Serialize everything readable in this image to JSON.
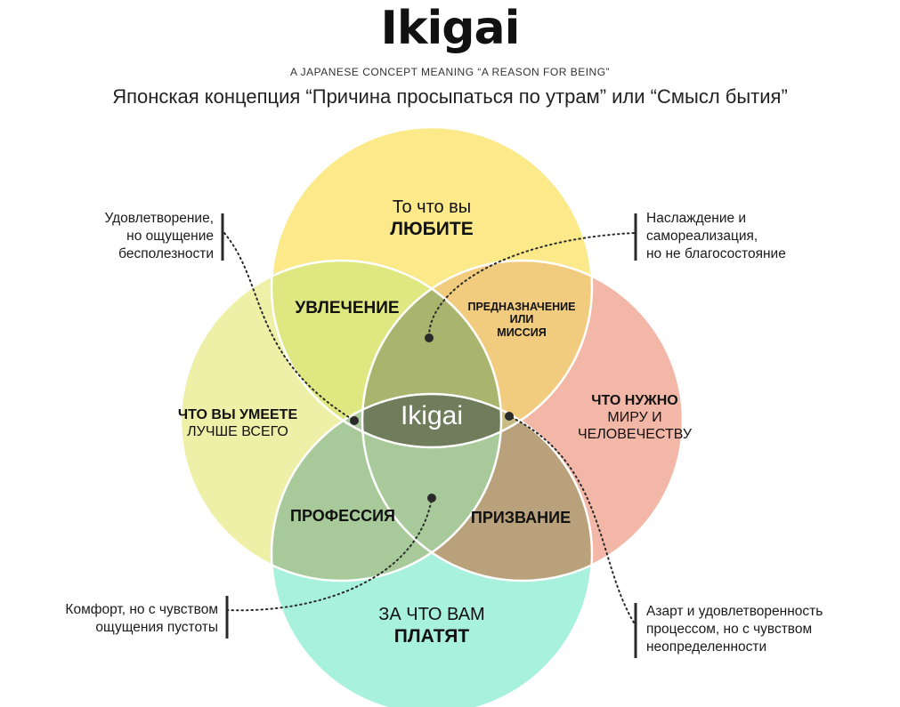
{
  "header": {
    "title": "Ikigai",
    "subtitle": "A JAPANESE CONCEPT MEANING “A REASON FOR BEING”",
    "russian_heading": "Японская концепция “Причина просыпаться по утрам” или “Смысл бытия”"
  },
  "circles": {
    "love": {
      "line1": "То что вы",
      "line2": "ЛЮБИТЕ",
      "color": "#fbe98a"
    },
    "good_at": {
      "line1": "ЧТО ВЫ УМЕЕТЕ",
      "line2": "ЛУЧШЕ ВСЕГО",
      "color": "#eef0a8"
    },
    "world_needs": {
      "line1": "ЧТО НУЖНО",
      "line2": "МИРУ И",
      "line3": "ЧЕЛОВЕЧЕСТВУ",
      "color": "#f3b7a8"
    },
    "paid_for": {
      "line1": "ЗА ЧТО ВАМ",
      "line2": "ПЛАТЯТ",
      "color": "#a8f1dc"
    }
  },
  "intersections": {
    "passion": "УВЛЕЧЕНИЕ",
    "mission_line1": "ПРЕДНАЗНАЧЕНИЕ",
    "mission_line2": "ИЛИ",
    "mission_line3": "МИССИЯ",
    "profession": "ПРОФЕССИЯ",
    "vocation": "ПРИЗВАНИЕ",
    "center": "Ikigai"
  },
  "notes": {
    "top_left": [
      "Удовлетворение,",
      "но ощущение",
      "бесполезности"
    ],
    "top_right": [
      "Наслаждение и",
      "самореализация,",
      "но не благосостояние"
    ],
    "bottom_left": [
      "Комфорт, но с чувством",
      "ощущения пустоты"
    ],
    "bottom_right": [
      "Азарт и удовлетворенность",
      "процессом, но с чувством",
      "неопределенности"
    ]
  }
}
